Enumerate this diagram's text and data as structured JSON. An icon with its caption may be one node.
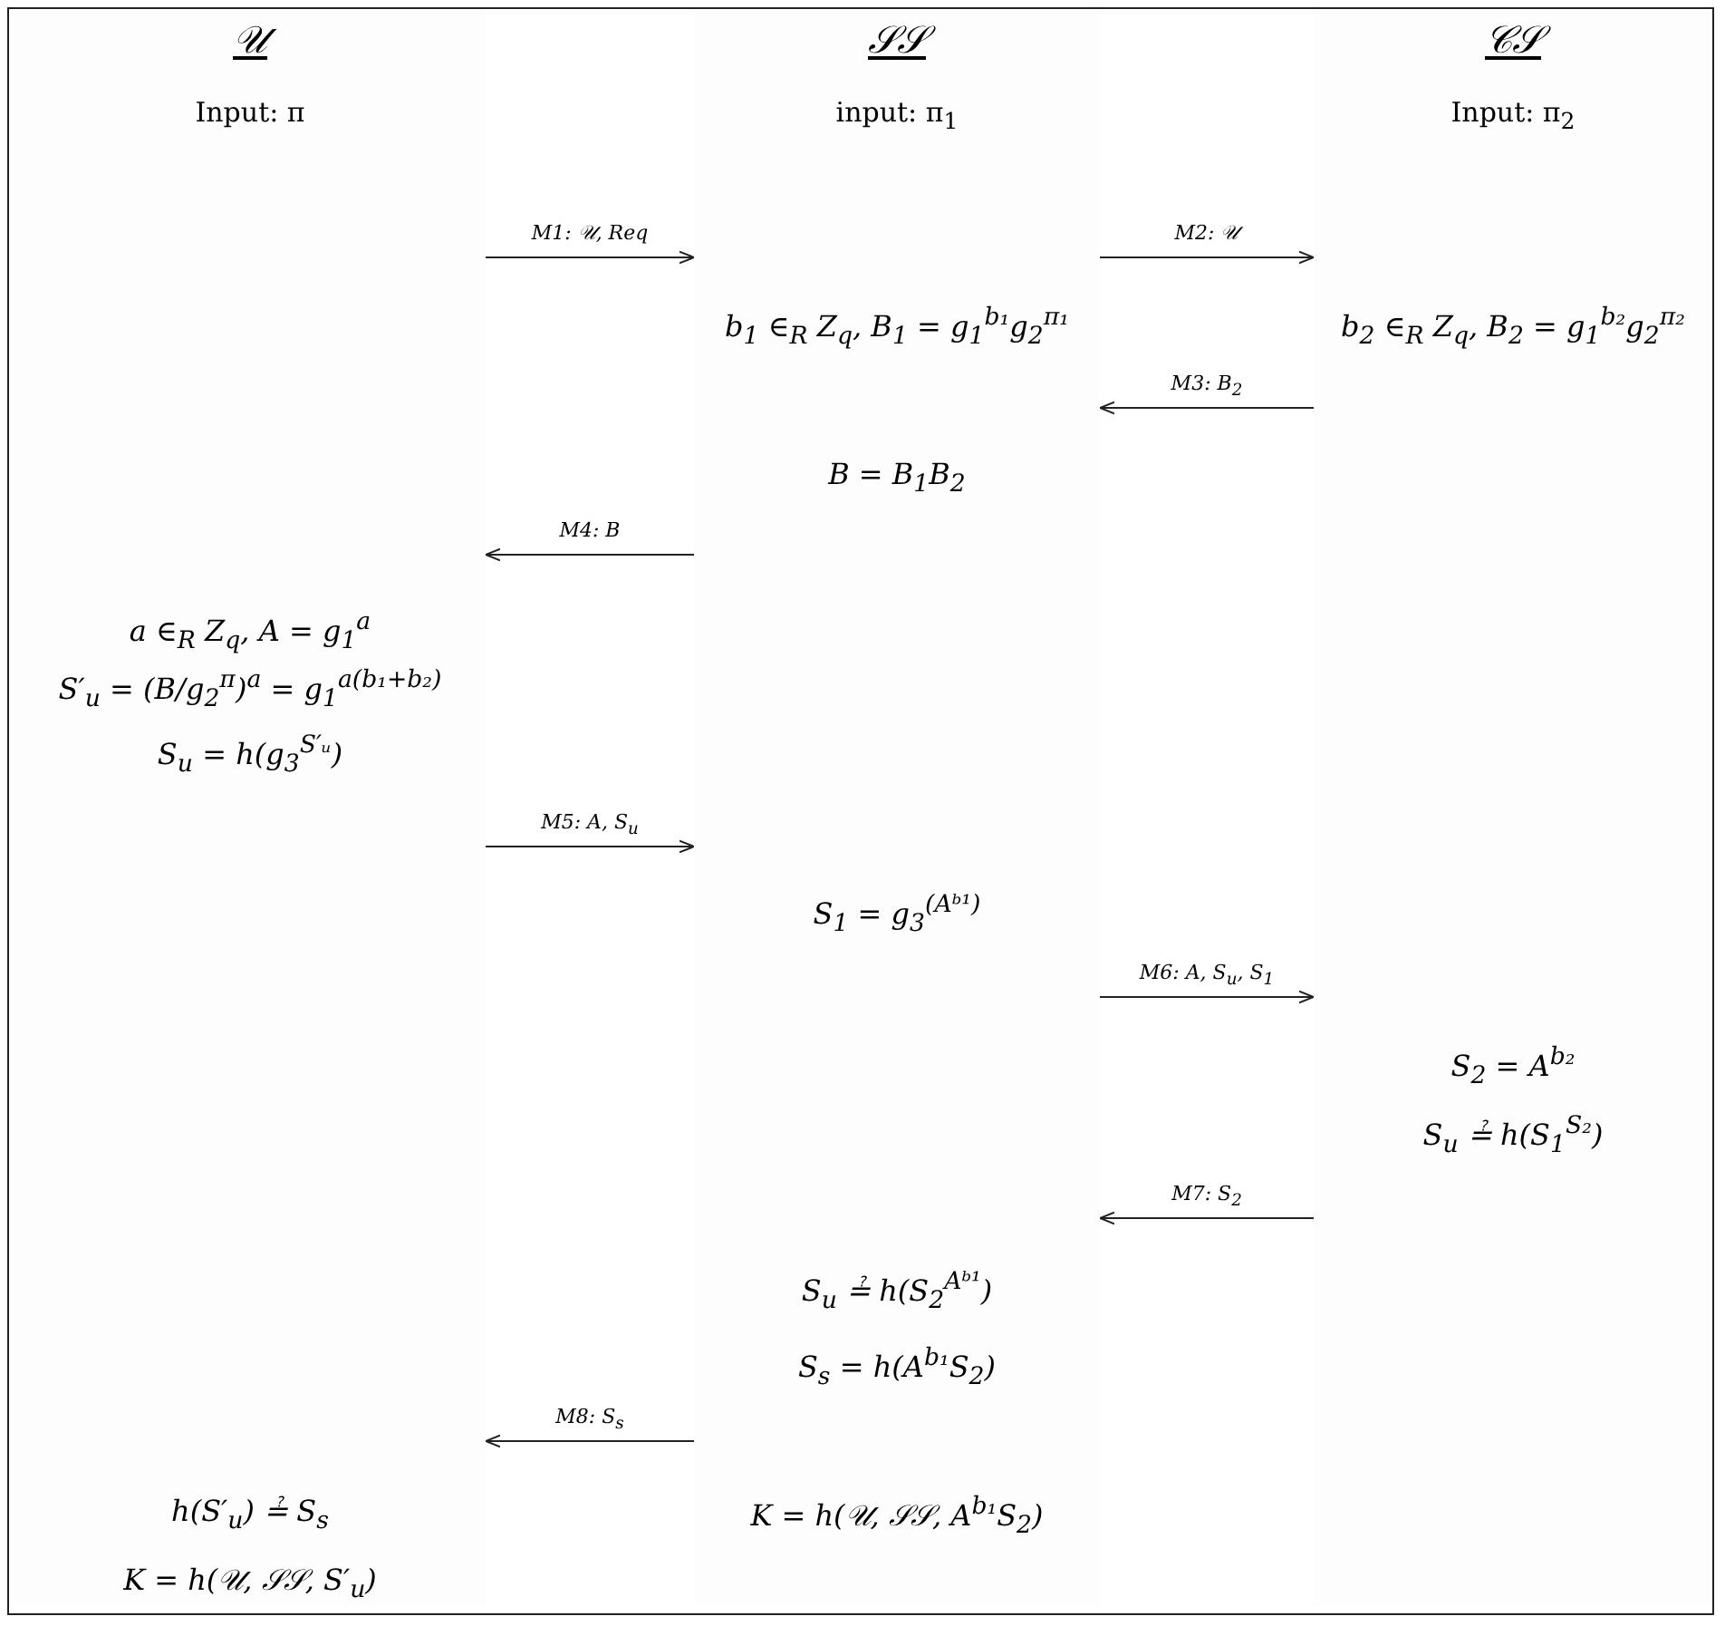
{
  "diagram": {
    "nodes": [
      {
        "text": [
          "𝒰",
          "Input: π",
          "a ∈$_{R}$ Z$_{q}$, A = g$_{1}$$^{a}$",
          "S′$_{u}$ = (B/g$_{2}$$^{π}$)$^{a}$ = g$_{1}$$^{a(b₁+b₂)}$",
          "S$_{u}$ = h(g$_{3}$$^{S′ᵤ}$)",
          "h(S′$_{u}$) ≟ S$_{s}$",
          "K = h(𝒰, 𝒮𝒮, S′$_{u}$)"
        ]
      },
      {
        "text": [
          "𝒮𝒮",
          "input: π$_{1}$",
          "b$_{1}$ ∈$_{R}$ Z$_{q}$, B$_{1}$ = g$_{1}$$^{b₁}$g$_{2}$$^{π₁}$",
          "B = B$_{1}$B$_{2}$",
          "S$_{1}$ = g$_{3}$$^{(Aᵇ¹)}$",
          "S$_{u}$ ≟ h(S$_{2}$$^{Aᵇ¹}$)",
          "S$_{s}$ = h(A$^{b₁}$S$_{2}$)",
          "K = h(𝒰, 𝒮𝒮, A$^{b₁}$S$_{2}$)"
        ]
      },
      {
        "text": [
          "𝒞𝒮",
          "Input: π$_{2}$",
          "b$_{2}$ ∈$_{R}$ Z$_{q}$, B$_{2}$ = g$_{1}$$^{b₂}$g$_{2}$$^{π₂}$",
          "S$_{2}$ = A$^{b₂}$",
          "S$_{u}$ ≟ h(S$_{1}$$^{S₂}$)"
        ]
      }
    ],
    "edges": [
      {
        "from": 0,
        "to": 1,
        "arrow": "to",
        "label": "M1: 𝒰, Req"
      },
      {
        "from": 1,
        "to": 2,
        "arrow": "to",
        "label": "M2: 𝒰"
      },
      {
        "from": 2,
        "to": 1,
        "arrow": "to",
        "label": "M3: B$_{2}$"
      },
      {
        "from": 1,
        "to": 0,
        "arrow": "to",
        "label": "M4: B"
      },
      {
        "from": 0,
        "to": 1,
        "arrow": "to",
        "label": "M5: A, S$_{u}$"
      },
      {
        "from": 1,
        "to": 2,
        "arrow": "to",
        "label": "M6: A, S$_{u}$, S$_{1}$"
      },
      {
        "from": 2,
        "to": 1,
        "arrow": "to",
        "label": "M7: S$_{2}$"
      },
      {
        "from": 1,
        "to": 0,
        "arrow": "to",
        "label": "M8: S$_{s}$"
      }
    ]
  }
}
